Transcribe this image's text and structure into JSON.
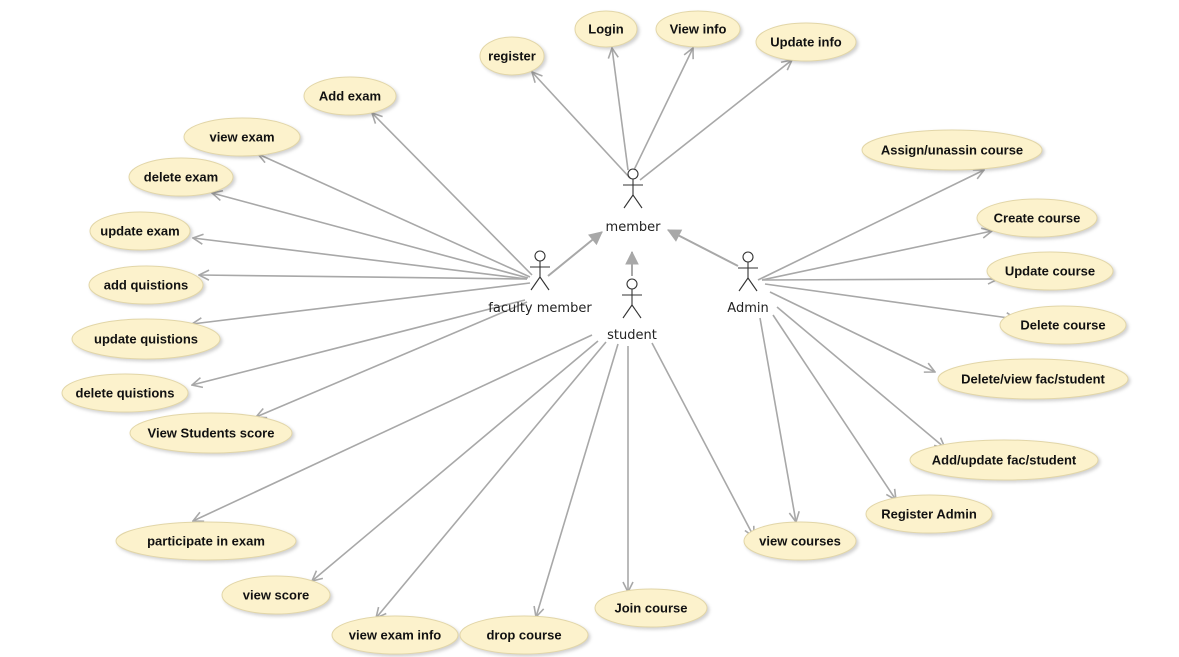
{
  "actors": {
    "member": "member",
    "faculty": "faculty member",
    "student": "student",
    "admin": "Admin"
  },
  "use_cases": {
    "register": "register",
    "login": "Login",
    "view_info": "View info",
    "update_info": "Update info",
    "add_exam": "Add exam",
    "view_exam": "view exam",
    "delete_exam": "delete exam",
    "update_exam": "update exam",
    "add_quistions": "add quistions",
    "update_quistions": "update quistions",
    "delete_quistions": "delete quistions",
    "view_students_score": "View Students score",
    "participate_in_exam": "participate in exam",
    "view_score": "view score",
    "view_exam_info": "view exam info",
    "drop_course": "drop course",
    "join_course": "Join course",
    "view_courses": "view courses",
    "assign_course": "Assign/unassin course",
    "create_course": "Create course",
    "update_course": "Update course",
    "delete_course": "Delete course",
    "delete_view_fac_student": "Delete/view fac/student",
    "add_update_fac_student": "Add/update fac/student",
    "register_admin": "Register Admin"
  },
  "colors": {
    "usecase_fill": "#fcf2cc",
    "usecase_stroke": "#e2d6a8",
    "line": "#a8a8a8",
    "actor": "#333333"
  }
}
